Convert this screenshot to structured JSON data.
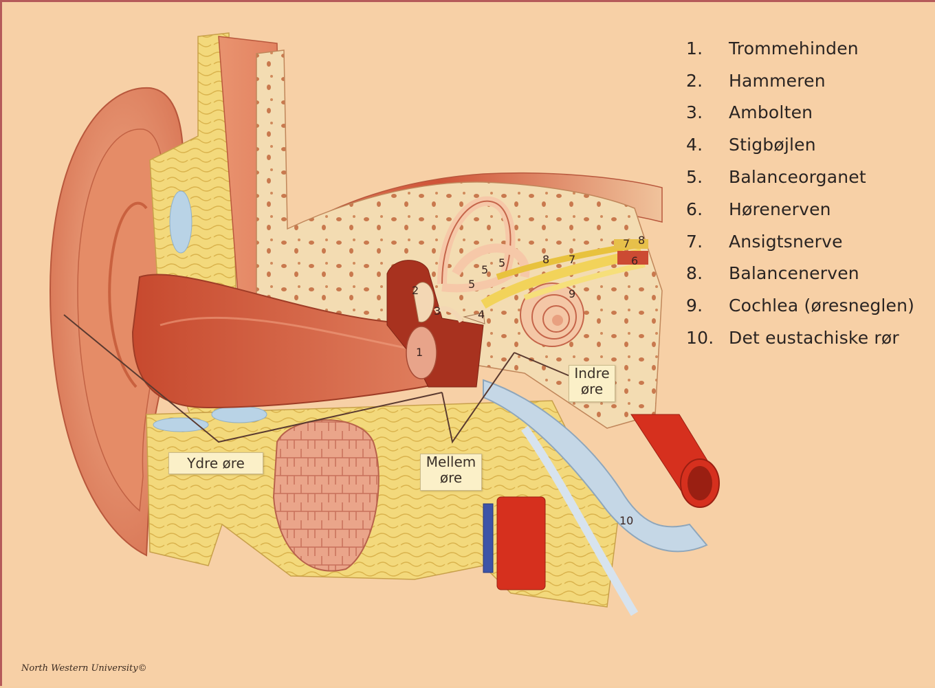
{
  "legend": [
    {
      "num": "1.",
      "label": "Trommehinden"
    },
    {
      "num": "2.",
      "label": "Hammeren"
    },
    {
      "num": "3.",
      "label": "Ambolten"
    },
    {
      "num": "4.",
      "label": "Stigbøjlen"
    },
    {
      "num": "5.",
      "label": "Balanceorganet"
    },
    {
      "num": "6.",
      "label": "Hørenerven"
    },
    {
      "num": "7.",
      "label": "Ansigtsnerve"
    },
    {
      "num": "8.",
      "label": "Balancenerven"
    },
    {
      "num": "9.",
      "label": "Cochlea (øresneglen)"
    },
    {
      "num": "10.",
      "label": "Det eustachiske rør"
    }
  ],
  "regions": {
    "ydre": "Ydre øre",
    "mellem_line1": "Mellem",
    "mellem_line2": "øre",
    "indre_line1": "Indre",
    "indre_line2": "øre"
  },
  "callouts": {
    "n1": "1",
    "n2": "2",
    "n3": "3",
    "n4": "4",
    "n5a": "5",
    "n5b": "5",
    "n5c": "5",
    "n6": "6",
    "n7a": "7",
    "n7b": "7",
    "n8a": "8",
    "n8b": "8",
    "n9": "9",
    "n10": "10"
  },
  "credit": "North Western University©",
  "colors": {
    "background": "#f7d0a6",
    "frame_border": "#b55a5a",
    "skin": "#e99a78",
    "flesh": "#d9603f",
    "bone": "#f1d7a8",
    "fat": "#f5dd82",
    "artery": "#d6301e",
    "vein": "#3d54a8",
    "nerve": "#f2d35a",
    "label_box": "#fbf0c8"
  }
}
